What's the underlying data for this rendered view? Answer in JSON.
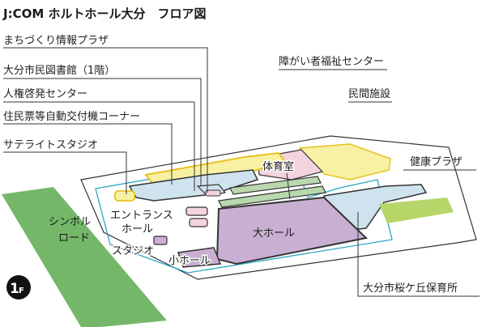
{
  "title": "J:COM ホルトホール大分　フロア図",
  "floor": {
    "number": "1",
    "suffix": "F"
  },
  "rooms": {
    "machizukuri": "まちづくり情報プラザ",
    "library": "大分市民図書館（1階）",
    "human_rights": "人権啓発センター",
    "resident_corner": "住民票等自動交付機コーナー",
    "satellite": "サテライトスタジオ",
    "disability": "障がい者福祉センター",
    "private": "民間施設",
    "gym": "体育室",
    "health": "健康プラザ",
    "entrance": [
      "エントランス",
      "ホール"
    ],
    "symbol_road": [
      "シンボル",
      "ロード"
    ],
    "studio": "スタジオ",
    "small_hall": "小ホール",
    "large_hall": "大ホール",
    "nursery": "大分市桜ケ丘保育所"
  },
  "colors": {
    "yellow": "#f8f1a4",
    "yellow_border": "#e8c21e",
    "pink": "#f3d3df",
    "blue": "#cfe3ee",
    "green": "#b9d8ae",
    "purple": "#c9b0d3",
    "lime": "#b6d66a",
    "road": "#74b769",
    "teal_line": "#2aa7c5",
    "outline": "#333333"
  }
}
